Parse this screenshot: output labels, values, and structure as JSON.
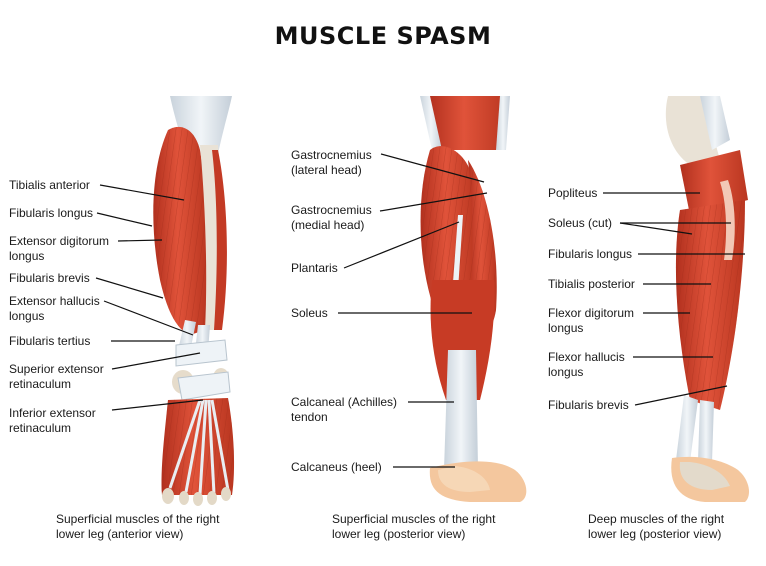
{
  "title": "MUSCLE SPASM",
  "panels": [
    {
      "caption": "Superficial muscles of the right\nlower leg (anterior view)",
      "labels": [
        "Tibialis anterior",
        "Fibularis longus",
        "Extensor digitorum\nlongus",
        "Fibularis brevis",
        "Extensor hallucis\nlongus",
        "Fibularis tertius",
        "Superior extensor\nretinaculum",
        "Inferior extensor\nretinaculum"
      ]
    },
    {
      "caption": "Superficial muscles of the right\nlower leg (posterior view)",
      "labels": [
        "Gastrocnemius\n(lateral head)",
        "Gastrocnemius\n(medial head)",
        "Plantaris",
        "Soleus",
        "Calcaneal (Achilles)\ntendon",
        "Calcaneus (heel)"
      ]
    },
    {
      "caption": "Deep muscles of the right\nlower leg (posterior view)",
      "labels": [
        "Popliteus",
        "Soleus (cut)",
        "Fibularis longus",
        "Tibialis posterior",
        "Flexor digitorum\nlongus",
        "Flexor hallucis\nlongus",
        "Fibularis brevis"
      ]
    }
  ],
  "colors": {
    "muscle": "#d8452e",
    "muscle_dark": "#b1301e",
    "muscle_light": "#e8705a",
    "tendon": "#dfe6ec",
    "bone": "#e9e2d6",
    "skin": "#f4c79e",
    "leader": "#111111"
  }
}
